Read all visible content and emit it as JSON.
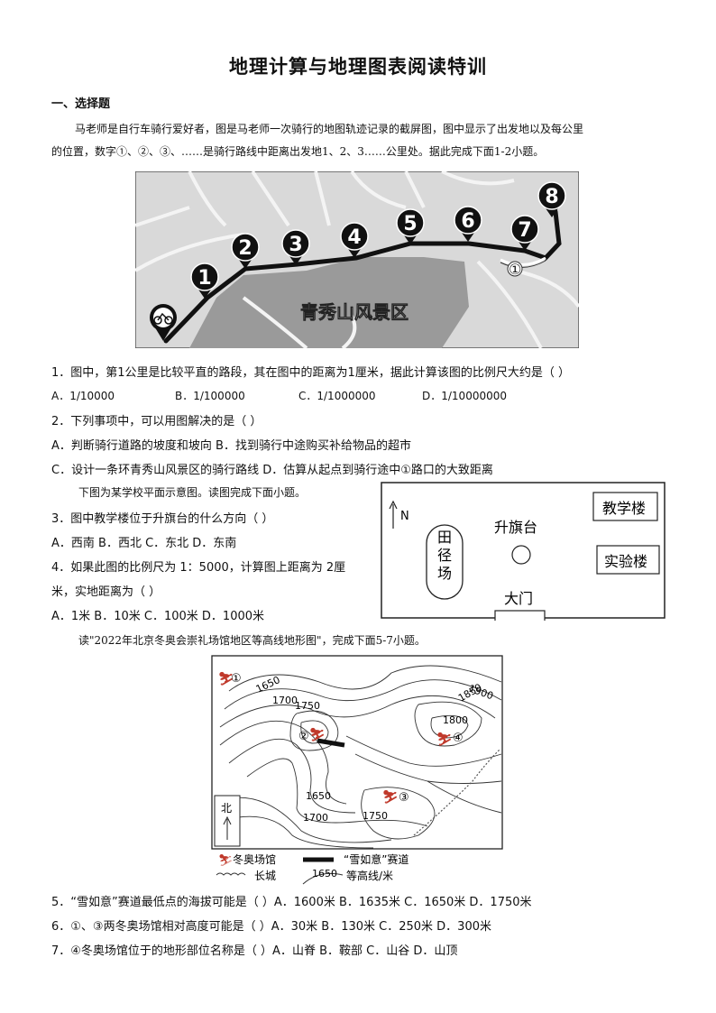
{
  "title": "地理计算与地理图表阅读特训",
  "section": "一、选择题",
  "intro1_line1": "马老师是自行车骑行爱好者，图是马老师一次骑行的地图轨迹记录的截屏图，图中显示了出发地以及每公里",
  "intro1_line2": "的位置，数字①、②、③、……是骑行路线中距离出发地1、2、3……公里处。据此完成下面1-2小题。",
  "map1": {
    "label": "青秀山风景区",
    "markers": [
      "1",
      "2",
      "3",
      "4",
      "5",
      "6",
      "7",
      "8"
    ],
    "point_label": "①"
  },
  "q1": {
    "text": "1．图中，第1公里是比较平直的路段，其在图中的距离为1厘米，据此计算该图的比例尺大约是（  ）",
    "options": [
      "A．1/10000",
      "B．1/100000",
      "C．1/1000000",
      "D．1/10000000"
    ]
  },
  "q2": {
    "text": "2．下列事项中，可以用图解决的是（  ）",
    "line_a": "A．判断骑行道路的坡度和坡向    B．找到骑行中途购买补给物品的超市",
    "line_b": "C．设计一条环青秀山风景区的骑行路线   D．估算从起点到骑行途中①路口的大致距离"
  },
  "intro2": "下图为某学校平面示意图。读图完成下面小题。",
  "q3": {
    "text": "3．图中教学楼位于升旗台的什么方向（  ）",
    "options": "A．西南 B．西北      C．东北 D．东南"
  },
  "q4": {
    "text_l1": "4．如果此图的比例尺为 1：5000，计算图上距离为 2厘",
    "text_l2": "米，实地距离为（  ）",
    "options": "A．1米 B．10米 C．100米 D．1000米"
  },
  "school_map": {
    "north": "N",
    "track": [
      "田",
      "径",
      "场"
    ],
    "flag": "升旗台",
    "teaching": "教学楼",
    "lab": "实验楼",
    "gate": "大门"
  },
  "intro3": "读\"2022年北京冬奥会崇礼场馆地区等高线地形图\"，完成下面5-7小题。",
  "contour_map": {
    "contours": [
      "1650",
      "1700",
      "1750",
      "1900",
      "1850",
      "1800",
      "1650",
      "1700",
      "1750"
    ],
    "sites": [
      "①",
      "②",
      "③",
      "④"
    ],
    "north": "北",
    "legend": {
      "venue": "冬奥场馆",
      "track": "“雪如意”赛道",
      "wall": "长城",
      "contour_value": "1650",
      "contour": "等高线/米"
    }
  },
  "q5": "5．“雪如意”赛道最低点的海拔可能是（  ）A．1600米 B．1635米 C．1650米     D．1750米",
  "q6": "6．①、③两冬奥场馆相对高度可能是（  ）A．30米 B．130米    C．250米     D．300米",
  "q7": "7．④冬奥场馆位于的地形部位名称是（  ）A．山脊 B．鞍部 C．山谷  D．山顶"
}
